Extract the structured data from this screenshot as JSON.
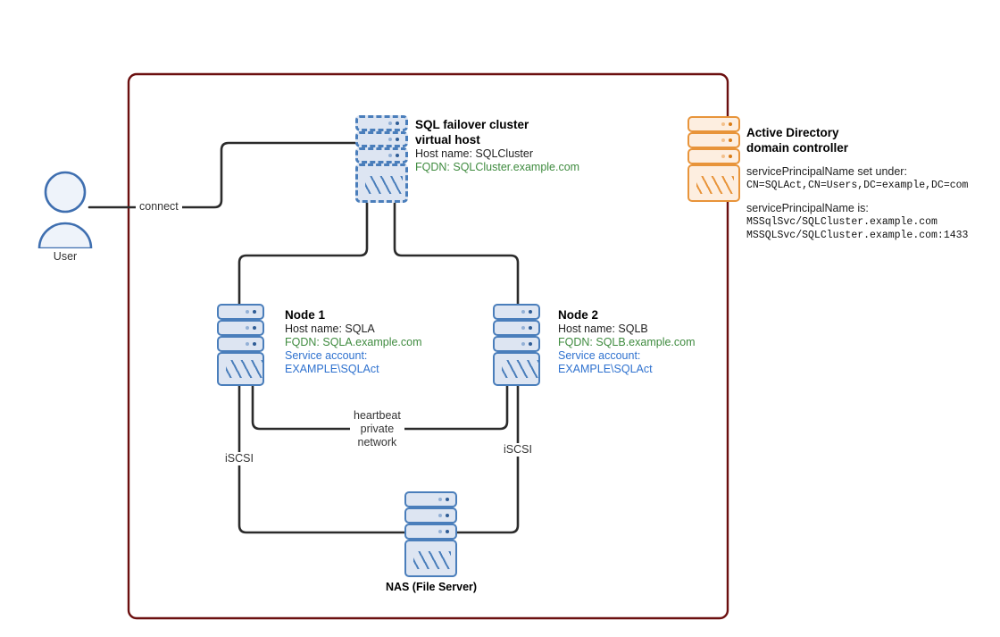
{
  "diagram": {
    "boundary_color": "#6b0f0f",
    "wire_color": "#2b2b2b",
    "node_accent": "#4a7ebb",
    "ad_accent": "#e8943a",
    "fqdn_color": "#3f8b3f",
    "account_color": "#2f72cf"
  },
  "user": {
    "caption": "User",
    "connect_label": "connect"
  },
  "cluster": {
    "title_line1": "SQL failover cluster",
    "title_line2": "virtual host",
    "hostname": "Host name: SQLCluster",
    "fqdn": "FQDN: SQLCluster.example.com"
  },
  "node1": {
    "title": "Node 1",
    "hostname": "Host name: SQLA",
    "fqdn": "FQDN: SQLA.example.com",
    "account_label": "Service account:",
    "account_value": "EXAMPLE\\SQLAct"
  },
  "node2": {
    "title": "Node 2",
    "hostname": "Host name: SQLB",
    "fqdn": "FQDN: SQLB.example.com",
    "account_label": "Service account:",
    "account_value": "EXAMPLE\\SQLAct"
  },
  "nas": {
    "caption": "NAS (File Server)"
  },
  "ad": {
    "title_line1": "Active Directory",
    "title_line2": "domain controller",
    "spn_set_under_label": "servicePrincipalName set under:",
    "spn_set_under_value": "CN=SQLAct,CN=Users,DC=example,DC=com",
    "spn_is_label": "servicePrincipalName is:",
    "spn_is_value1": "MSSqlSvc/SQLCluster.example.com",
    "spn_is_value2": "MSSQLSvc/SQLCluster.example.com:1433"
  },
  "links": {
    "heartbeat_line1": "heartbeat",
    "heartbeat_line2": "private",
    "heartbeat_line3": "network",
    "iscsi_left": "iSCSI",
    "iscsi_right": "iSCSI"
  }
}
